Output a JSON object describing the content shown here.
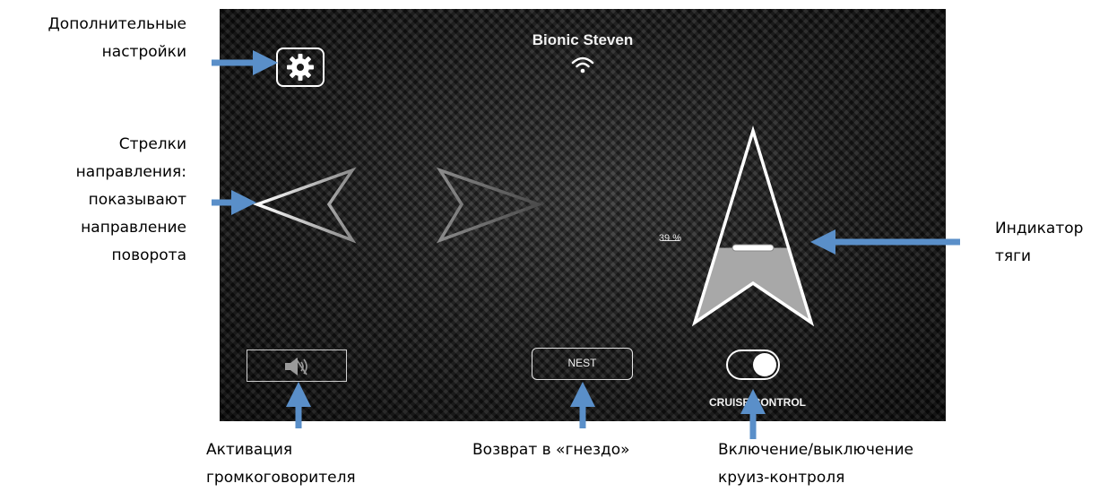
{
  "app": {
    "device_name": "Bionic Steven",
    "thrust_percent": 39,
    "thrust_label": "39 %",
    "nest_label": "NEST",
    "cruise_control_label": "CRUISE CONTROL",
    "cruise_control_on": true
  },
  "icons": {
    "settings": "gear-icon",
    "wifi": "wifi-icon",
    "speaker": "speaker-muted-icon"
  },
  "annotations": {
    "settings": "Дополнительные\nнастройки",
    "direction": "Стрелки\nнаправления:\nпоказывают\nнаправление\nповорота",
    "thrust": "Индикатор\nтяги",
    "speaker": "Активация\nгромкоговорителя",
    "nest": "Возврат в «гнездо»",
    "cruise": "Включение/выключение\nкруиз-контроля"
  },
  "colors": {
    "callout_arrow": "#5a8fc9",
    "thrust_fill": "#a8a8a8",
    "ui_white": "#ffffff"
  }
}
